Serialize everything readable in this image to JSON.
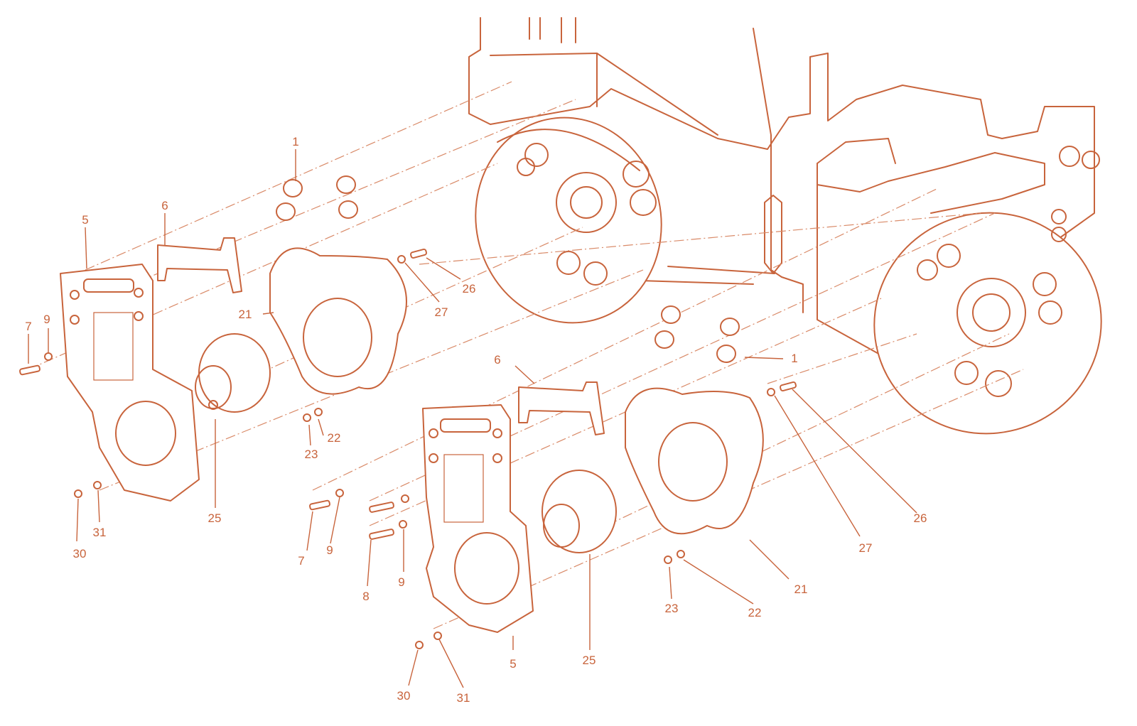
{
  "diagram": {
    "line_color": "#c8643c",
    "background_color": "#ffffff",
    "callouts": [
      {
        "id": "c1a",
        "text": "1"
      },
      {
        "id": "c1b",
        "text": "1"
      },
      {
        "id": "c5a",
        "text": "5"
      },
      {
        "id": "c5b",
        "text": "5"
      },
      {
        "id": "c6a",
        "text": "6"
      },
      {
        "id": "c6b",
        "text": "6"
      },
      {
        "id": "c7a",
        "text": "7"
      },
      {
        "id": "c7b",
        "text": "7"
      },
      {
        "id": "c8",
        "text": "8"
      },
      {
        "id": "c9a",
        "text": "9"
      },
      {
        "id": "c9b",
        "text": "9"
      },
      {
        "id": "c9c",
        "text": "9"
      },
      {
        "id": "c21a",
        "text": "21"
      },
      {
        "id": "c21b",
        "text": "21"
      },
      {
        "id": "c22a",
        "text": "22"
      },
      {
        "id": "c22b",
        "text": "22"
      },
      {
        "id": "c23a",
        "text": "23"
      },
      {
        "id": "c23b",
        "text": "23"
      },
      {
        "id": "c25a",
        "text": "25"
      },
      {
        "id": "c25b",
        "text": "25"
      },
      {
        "id": "c26a",
        "text": "26"
      },
      {
        "id": "c26b",
        "text": "26"
      },
      {
        "id": "c27a",
        "text": "27"
      },
      {
        "id": "c27b",
        "text": "27"
      },
      {
        "id": "c30a",
        "text": "30"
      },
      {
        "id": "c30b",
        "text": "30"
      },
      {
        "id": "c31a",
        "text": "31"
      },
      {
        "id": "c31b",
        "text": "31"
      }
    ]
  }
}
